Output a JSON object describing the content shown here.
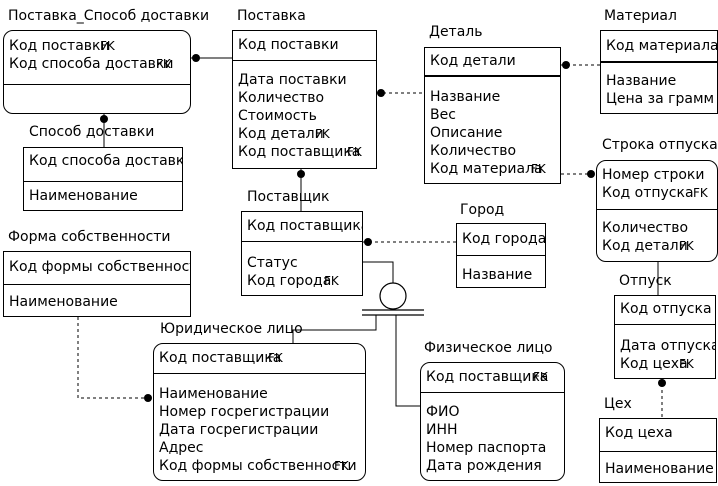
{
  "entities": {
    "postavka_sposob": {
      "title": "Поставка_Способ доставки",
      "keys": [
        "Код поставки",
        "Код способа доставки"
      ],
      "key_fks": [
        "FK",
        "FK"
      ],
      "attrs": []
    },
    "sposob": {
      "title": "Способ доставки",
      "keys": [
        "Код способа доставки"
      ],
      "attrs": [
        "Наименование"
      ]
    },
    "postavka": {
      "title": "Поставка",
      "keys": [
        "Код поставки"
      ],
      "attrs": [
        "Дата поставки",
        "Количество",
        "Стоимость",
        "Код детали",
        "Код поставщика"
      ],
      "attr_fks": [
        "",
        "",
        "",
        "FK",
        "FK"
      ]
    },
    "detal": {
      "title": "Деталь",
      "keys": [
        "Код детали"
      ],
      "attrs": [
        "Название",
        "Вес",
        "Описание",
        "Количество",
        "Код материала"
      ],
      "attr_fks": [
        "",
        "",
        "",
        "",
        "FK"
      ]
    },
    "material": {
      "title": "Материал",
      "keys": [
        "Код материала"
      ],
      "attrs": [
        "Название",
        "Цена за грамм"
      ]
    },
    "stroka": {
      "title": "Строка отпуска",
      "keys": [
        "Номер строки",
        "Код отпуска"
      ],
      "key_fks": [
        "",
        "FK"
      ],
      "attrs": [
        "Количество",
        "Код детали"
      ],
      "attr_fks": [
        "",
        "FK"
      ]
    },
    "postavshik": {
      "title": "Поставщик",
      "keys": [
        "Код поставщика"
      ],
      "attrs": [
        "Статус",
        "Код города"
      ],
      "attr_fks": [
        "",
        "FK"
      ]
    },
    "gorod": {
      "title": "Город",
      "keys": [
        "Код города"
      ],
      "attrs": [
        "Название"
      ]
    },
    "forma": {
      "title": "Форма собственности",
      "keys": [
        "Код формы собственности"
      ],
      "attrs": [
        "Наименование"
      ]
    },
    "otpusk": {
      "title": "Отпуск",
      "keys": [
        "Код отпуска"
      ],
      "attrs": [
        "Дата отпуска",
        "Код цеха"
      ],
      "attr_fks": [
        "",
        "FK"
      ]
    },
    "urlico": {
      "title": "Юридическое лицо",
      "keys": [
        "Код поставщика"
      ],
      "key_fks": [
        "FK"
      ],
      "attrs": [
        "Наименование",
        "Номер госрегистрации",
        "Дата госрегистрации",
        "Адрес",
        "Код формы собственности"
      ],
      "attr_fks": [
        "",
        "",
        "",
        "",
        "FK"
      ]
    },
    "fizlico": {
      "title": "Физическое лицо",
      "keys": [
        "Код поставщика"
      ],
      "key_fks": [
        "FK"
      ],
      "attrs": [
        "ФИО",
        "ИНН",
        "Номер паспорта",
        "Дата рождения"
      ]
    },
    "ceh": {
      "title": "Цех",
      "keys": [
        "Код цеха"
      ],
      "attrs": [
        "Наименование"
      ]
    }
  }
}
